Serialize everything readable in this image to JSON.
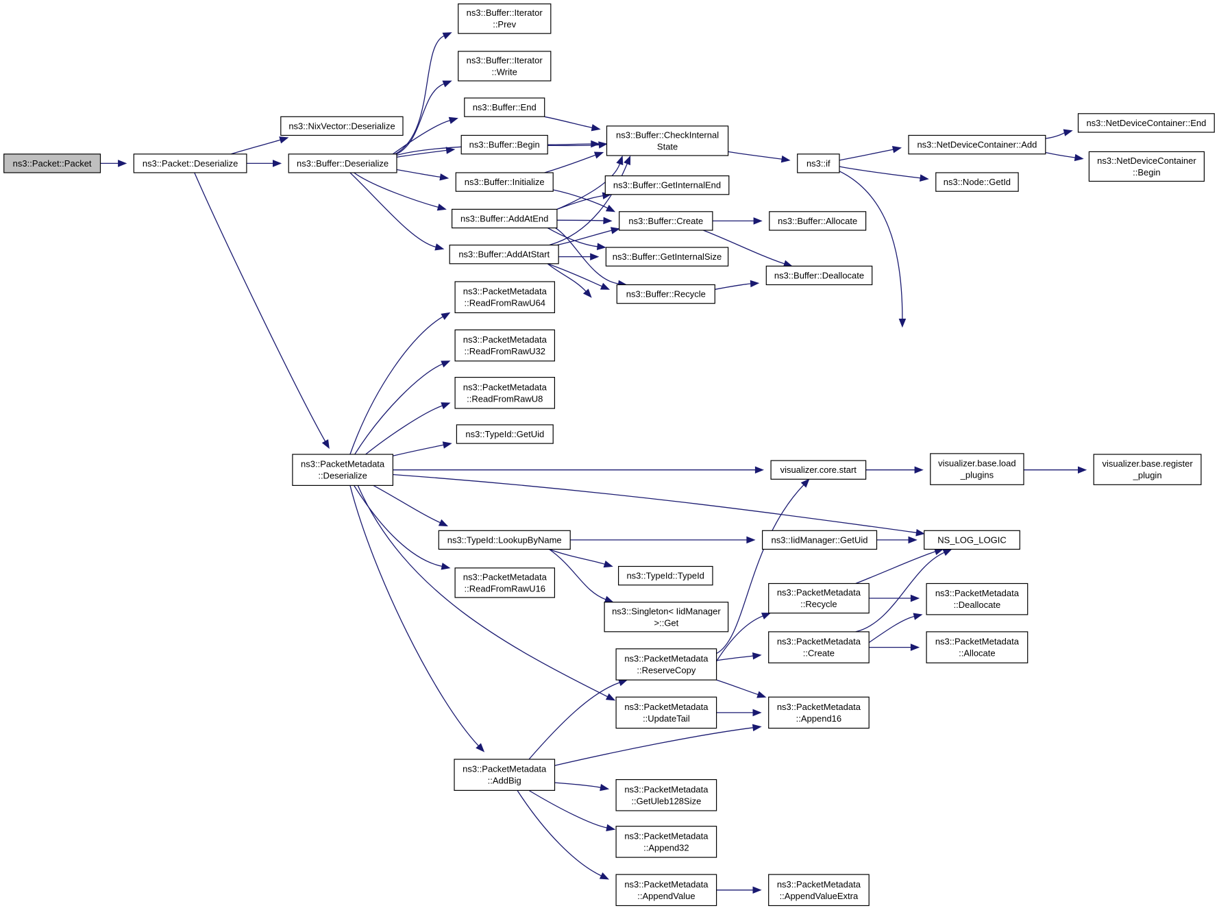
{
  "colors": {
    "edge": "#191970",
    "root_fill": "#bfbfbf",
    "node_fill": "#ffffff",
    "border": "#000000"
  },
  "nodes": [
    {
      "id": "packet_ctor",
      "lines": [
        "ns3::Packet::Packet"
      ],
      "root": true
    },
    {
      "id": "packet_deser",
      "lines": [
        "ns3::Packet::Deserialize"
      ]
    },
    {
      "id": "nix_deser",
      "lines": [
        "ns3::NixVector::Deserialize"
      ]
    },
    {
      "id": "buf_deser",
      "lines": [
        "ns3::Buffer::Deserialize"
      ]
    },
    {
      "id": "it_prev",
      "lines": [
        "ns3::Buffer::Iterator",
        "::Prev"
      ]
    },
    {
      "id": "it_write",
      "lines": [
        "ns3::Buffer::Iterator",
        "::Write"
      ]
    },
    {
      "id": "buf_end",
      "lines": [
        "ns3::Buffer::End"
      ]
    },
    {
      "id": "buf_begin",
      "lines": [
        "ns3::Buffer::Begin"
      ]
    },
    {
      "id": "buf_init",
      "lines": [
        "ns3::Buffer::Initialize"
      ]
    },
    {
      "id": "buf_addend",
      "lines": [
        "ns3::Buffer::AddAtEnd"
      ]
    },
    {
      "id": "buf_addstart",
      "lines": [
        "ns3::Buffer::AddAtStart"
      ]
    },
    {
      "id": "buf_check",
      "lines": [
        "ns3::Buffer::CheckInternal",
        "State"
      ]
    },
    {
      "id": "buf_getend",
      "lines": [
        "ns3::Buffer::GetInternalEnd"
      ]
    },
    {
      "id": "buf_create",
      "lines": [
        "ns3::Buffer::Create"
      ]
    },
    {
      "id": "buf_getsize",
      "lines": [
        "ns3::Buffer::GetInternalSize"
      ]
    },
    {
      "id": "buf_recycle",
      "lines": [
        "ns3::Buffer::Recycle"
      ]
    },
    {
      "id": "buf_alloc",
      "lines": [
        "ns3::Buffer::Allocate"
      ]
    },
    {
      "id": "buf_dealloc",
      "lines": [
        "ns3::Buffer::Deallocate"
      ]
    },
    {
      "id": "ns3_if",
      "lines": [
        "ns3::if"
      ]
    },
    {
      "id": "ndc_add",
      "lines": [
        "ns3::NetDeviceContainer::Add"
      ]
    },
    {
      "id": "ndc_end",
      "lines": [
        "ns3::NetDeviceContainer::End"
      ]
    },
    {
      "id": "ndc_begin",
      "lines": [
        "ns3::NetDeviceContainer",
        "::Begin"
      ]
    },
    {
      "id": "node_getid",
      "lines": [
        "ns3::Node::GetId"
      ]
    },
    {
      "id": "pm_deser",
      "lines": [
        "ns3::PacketMetadata",
        "::Deserialize"
      ]
    },
    {
      "id": "pm_u64",
      "lines": [
        "ns3::PacketMetadata",
        "::ReadFromRawU64"
      ]
    },
    {
      "id": "pm_u32",
      "lines": [
        "ns3::PacketMetadata",
        "::ReadFromRawU32"
      ]
    },
    {
      "id": "pm_u8",
      "lines": [
        "ns3::PacketMetadata",
        "::ReadFromRawU8"
      ]
    },
    {
      "id": "tid_getuid",
      "lines": [
        "ns3::TypeId::GetUid"
      ]
    },
    {
      "id": "tid_lookup",
      "lines": [
        "ns3::TypeId::LookupByName"
      ]
    },
    {
      "id": "pm_u16",
      "lines": [
        "ns3::PacketMetadata",
        "::ReadFromRawU16"
      ]
    },
    {
      "id": "tid_typeid",
      "lines": [
        "ns3::TypeId::TypeId"
      ]
    },
    {
      "id": "singleton_get",
      "lines": [
        "ns3::Singleton< IidManager",
        " >::Get"
      ]
    },
    {
      "id": "viz_start",
      "lines": [
        "visualizer.core.start"
      ]
    },
    {
      "id": "viz_load",
      "lines": [
        "visualizer.base.load",
        "_plugins"
      ]
    },
    {
      "id": "viz_register",
      "lines": [
        "visualizer.base.register",
        "_plugin"
      ]
    },
    {
      "id": "iid_getuid",
      "lines": [
        "ns3::IidManager::GetUid"
      ]
    },
    {
      "id": "ns_log_logic",
      "lines": [
        "NS_LOG_LOGIC"
      ]
    },
    {
      "id": "pm_recycle",
      "lines": [
        "ns3::PacketMetadata",
        "::Recycle"
      ]
    },
    {
      "id": "pm_dealloc",
      "lines": [
        "ns3::PacketMetadata",
        "::Deallocate"
      ]
    },
    {
      "id": "pm_create",
      "lines": [
        "ns3::PacketMetadata",
        "::Create"
      ]
    },
    {
      "id": "pm_alloc",
      "lines": [
        "ns3::PacketMetadata",
        "::Allocate"
      ]
    },
    {
      "id": "pm_reserve",
      "lines": [
        "ns3::PacketMetadata",
        "::ReserveCopy"
      ]
    },
    {
      "id": "pm_updatetail",
      "lines": [
        "ns3::PacketMetadata",
        "::UpdateTail"
      ]
    },
    {
      "id": "pm_append16",
      "lines": [
        "ns3::PacketMetadata",
        "::Append16"
      ]
    },
    {
      "id": "pm_addbig",
      "lines": [
        "ns3::PacketMetadata",
        "::AddBig"
      ]
    },
    {
      "id": "pm_uleb",
      "lines": [
        "ns3::PacketMetadata",
        "::GetUleb128Size"
      ]
    },
    {
      "id": "pm_append32",
      "lines": [
        "ns3::PacketMetadata",
        "::Append32"
      ]
    },
    {
      "id": "pm_appendvalue",
      "lines": [
        "ns3::PacketMetadata",
        "::AppendValue"
      ]
    },
    {
      "id": "pm_appendextra",
      "lines": [
        "ns3::PacketMetadata",
        "::AppendValueExtra"
      ]
    }
  ],
  "edges": [
    [
      "packet_ctor",
      "packet_deser"
    ],
    [
      "packet_deser",
      "nix_deser"
    ],
    [
      "packet_deser",
      "buf_deser"
    ],
    [
      "packet_deser",
      "pm_deser"
    ],
    [
      "buf_deser",
      "it_prev"
    ],
    [
      "buf_deser",
      "it_write"
    ],
    [
      "buf_deser",
      "buf_end"
    ],
    [
      "buf_deser",
      "buf_begin"
    ],
    [
      "buf_deser",
      "buf_check"
    ],
    [
      "buf_deser",
      "buf_init"
    ],
    [
      "buf_deser",
      "buf_addend"
    ],
    [
      "buf_deser",
      "buf_addstart"
    ],
    [
      "buf_end",
      "buf_check"
    ],
    [
      "buf_begin",
      "buf_check"
    ],
    [
      "buf_init",
      "buf_check"
    ],
    [
      "buf_init",
      "buf_create"
    ],
    [
      "buf_addend",
      "buf_check"
    ],
    [
      "buf_addend",
      "buf_getend"
    ],
    [
      "buf_addend",
      "buf_create"
    ],
    [
      "buf_addend",
      "buf_getsize"
    ],
    [
      "buf_addend",
      "buf_recycle"
    ],
    [
      "buf_addstart",
      "buf_check"
    ],
    [
      "buf_addstart",
      "buf_create"
    ],
    [
      "buf_addstart",
      "buf_getsize"
    ],
    [
      "buf_addstart",
      "buf_recycle"
    ],
    [
      "buf_addstart",
      "viz_start"
    ],
    [
      "buf_check",
      "ns3_if"
    ],
    [
      "buf_create",
      "buf_alloc"
    ],
    [
      "buf_create",
      "buf_dealloc"
    ],
    [
      "buf_recycle",
      "buf_dealloc"
    ],
    [
      "ns3_if",
      "ndc_add"
    ],
    [
      "ns3_if",
      "node_getid"
    ],
    [
      "ns3_if",
      "ns_log_logic"
    ],
    [
      "ndc_add",
      "ndc_end"
    ],
    [
      "ndc_add",
      "ndc_begin"
    ],
    [
      "pm_deser",
      "pm_u64"
    ],
    [
      "pm_deser",
      "pm_u32"
    ],
    [
      "pm_deser",
      "pm_u8"
    ],
    [
      "pm_deser",
      "tid_getuid"
    ],
    [
      "pm_deser",
      "viz_start"
    ],
    [
      "pm_deser",
      "ns_log_logic"
    ],
    [
      "pm_deser",
      "tid_lookup"
    ],
    [
      "pm_deser",
      "pm_u16"
    ],
    [
      "pm_deser",
      "pm_updatetail"
    ],
    [
      "pm_deser",
      "pm_addbig"
    ],
    [
      "tid_lookup",
      "iid_getuid"
    ],
    [
      "tid_lookup",
      "tid_typeid"
    ],
    [
      "tid_lookup",
      "singleton_get"
    ],
    [
      "iid_getuid",
      "ns_log_logic"
    ],
    [
      "viz_start",
      "viz_load"
    ],
    [
      "viz_load",
      "viz_register"
    ],
    [
      "pm_recycle",
      "ns_log_logic"
    ],
    [
      "pm_recycle",
      "pm_dealloc"
    ],
    [
      "pm_create",
      "ns_log_logic"
    ],
    [
      "pm_create",
      "pm_dealloc"
    ],
    [
      "pm_create",
      "pm_alloc"
    ],
    [
      "pm_reserve",
      "viz_start"
    ],
    [
      "pm_reserve",
      "pm_recycle"
    ],
    [
      "pm_reserve",
      "pm_create"
    ],
    [
      "pm_reserve",
      "pm_append16"
    ],
    [
      "pm_updatetail",
      "pm_append16"
    ],
    [
      "pm_addbig",
      "pm_reserve"
    ],
    [
      "pm_addbig",
      "pm_append16"
    ],
    [
      "pm_addbig",
      "pm_uleb"
    ],
    [
      "pm_addbig",
      "pm_append32"
    ],
    [
      "pm_addbig",
      "pm_appendvalue"
    ],
    [
      "pm_appendvalue",
      "pm_appendextra"
    ]
  ]
}
